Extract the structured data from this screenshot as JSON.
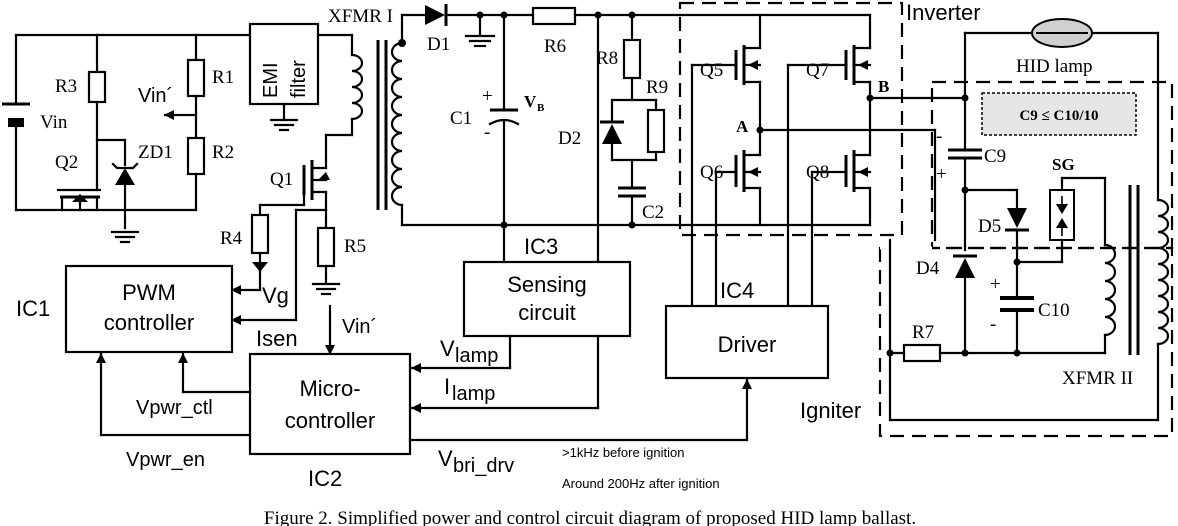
{
  "labels": {
    "xfmr1": "XFMR I",
    "inverter": "Inverter",
    "hid_lamp": "HID lamp",
    "d1": "D1",
    "r6": "R6",
    "r8": "R8",
    "r9": "R9",
    "c1": "C1",
    "vb": "V",
    "vb_sub": "B",
    "d2": "D2",
    "c2": "C2",
    "q5": "Q5",
    "q6": "Q6",
    "q7": "Q7",
    "q8": "Q8",
    "node_a": "A",
    "node_b": "B",
    "vin": "Vin",
    "vin_prime": "Vin´",
    "r3": "R3",
    "r1": "R1",
    "r2": "R2",
    "zd1": "ZD1",
    "q2": "Q2",
    "q1": "Q1",
    "r4": "R4",
    "r5": "R5",
    "vin_prime2": "Vin´",
    "emi_line1": "EMI",
    "emi_line2": "filter",
    "c9_rule": "C9 ≤ C10/10",
    "c9": "C9",
    "sg": "SG",
    "d5": "D5",
    "d4": "D4",
    "c10": "C10",
    "r7": "R7",
    "xfmr2": "XFMR II",
    "igniter": "Igniter",
    "ic1": "IC1",
    "ic2": "IC2",
    "ic3": "IC3",
    "ic4": "IC4",
    "pwm_line1": "PWM",
    "pwm_line2": "controller",
    "sensing_line1": "Sensing",
    "sensing_line2": "circuit",
    "driver": "Driver",
    "micro_line1": "Micro-",
    "micro_line2": "controller",
    "vg": "Vg",
    "isen": "Isen",
    "vlamp": "V",
    "vlamp_sub": "lamp",
    "ilamp": "I",
    "ilamp_sub": "lamp",
    "vpwr_ctl": "Vpwr_ctl",
    "vpwr_en": "Vpwr_en",
    "vbri": "V",
    "vbri_sub": "bri_drv",
    "note1": ">1kHz before ignition",
    "note2": "Around 200Hz after ignition",
    "plus": "+",
    "minus": "-"
  },
  "caption": "Figure 2.  Simplified power and control circuit diagram of proposed HID lamp ballast."
}
